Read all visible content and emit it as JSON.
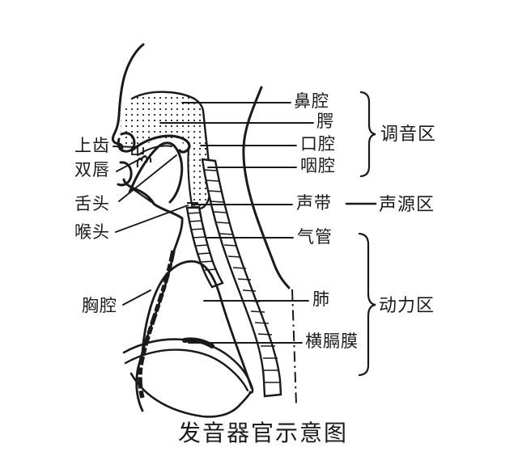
{
  "figure": {
    "title": "发音器官示意图",
    "ink_color": "#1a1a1a",
    "background_color": "#ffffff"
  },
  "left_labels": [
    {
      "id": "upper-teeth",
      "text": "上齿"
    },
    {
      "id": "lips",
      "text": "双唇"
    },
    {
      "id": "tongue",
      "text": "舌头"
    },
    {
      "id": "larynx",
      "text": "喉头"
    },
    {
      "id": "chest-cavity",
      "text": "胸腔"
    }
  ],
  "right_labels": [
    {
      "id": "nasal-cavity",
      "text": "鼻腔"
    },
    {
      "id": "palate",
      "text": "腭"
    },
    {
      "id": "oral-cavity",
      "text": "口腔"
    },
    {
      "id": "pharyngeal-cavity",
      "text": "咽腔"
    },
    {
      "id": "vocal-cords",
      "text": "声带"
    },
    {
      "id": "trachea",
      "text": "气管"
    },
    {
      "id": "lung",
      "text": "肺"
    },
    {
      "id": "diaphragm",
      "text": "横膈膜"
    }
  ],
  "zone_labels": [
    {
      "id": "articulation-zone",
      "text": "调音区"
    },
    {
      "id": "sound-source-zone",
      "text": "声源区"
    },
    {
      "id": "power-zone",
      "text": "动力区"
    }
  ]
}
